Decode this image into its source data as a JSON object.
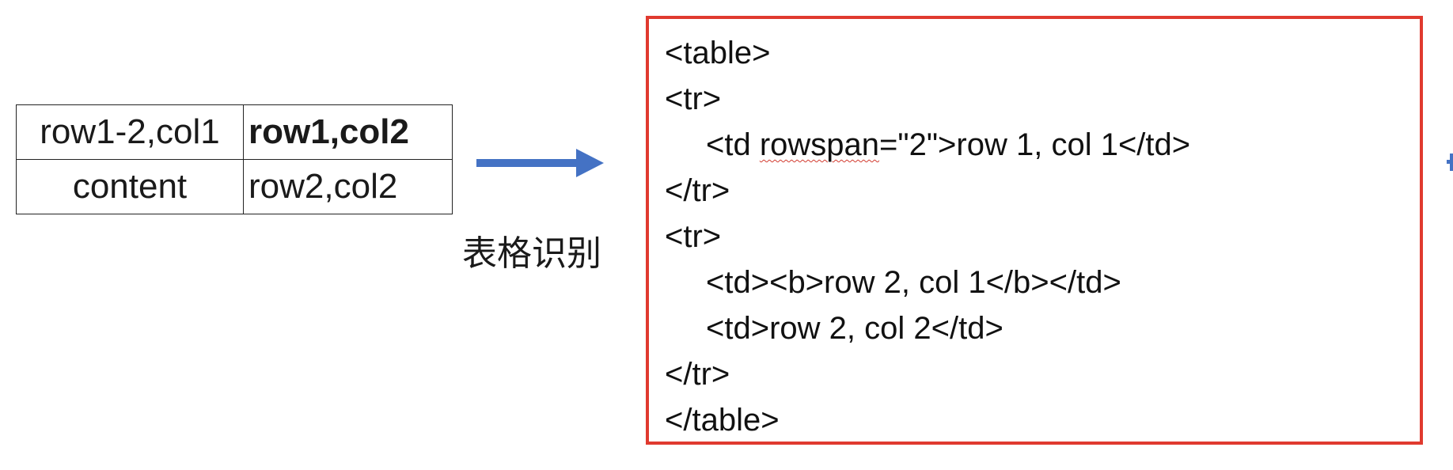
{
  "source_table": {
    "row1": {
      "col1": "row1-2,col1",
      "col2": "row1,col2"
    },
    "row2": {
      "col1": "content",
      "col2": "row2,col2"
    }
  },
  "arrow": {
    "color": "#4472c4",
    "direction": "right"
  },
  "caption": "表格识别",
  "code_box": {
    "border_color": "#e03a2f",
    "lines": [
      {
        "text": "<table>"
      },
      {
        "text": "<tr>"
      },
      {
        "pre": "<td ",
        "squiggle": "rowspan",
        "post": "=\"2\">row 1, col 1</td>",
        "indent": true
      },
      {
        "text": "</tr>"
      },
      {
        "text": "<tr>"
      },
      {
        "text": "<td><b>row 2, col 1</b></td>",
        "indent": true
      },
      {
        "text": "<td>row 2, col 2</td>",
        "indent": true
      },
      {
        "text": "</tr>"
      },
      {
        "text": "</table>"
      }
    ]
  },
  "edge_fragment": {
    "color": "#4472c4"
  }
}
